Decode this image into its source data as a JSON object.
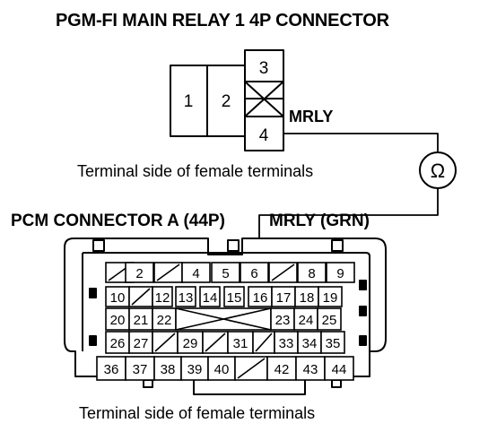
{
  "relay_connector": {
    "title": "PGM-FI MAIN RELAY 1 4P CONNECTOR",
    "caption": "Terminal side of female terminals",
    "pins": [
      {
        "label": "1",
        "blank": false
      },
      {
        "label": "2",
        "blank": false
      },
      {
        "label": "3",
        "blank": false
      },
      {
        "label": "",
        "blank": true
      },
      {
        "label": "4",
        "blank": false
      }
    ],
    "probe_wire": "MRLY"
  },
  "meter": {
    "symbol": "Ω",
    "icon": "ohmmeter-icon"
  },
  "pcm_connector": {
    "title": "PCM CONNECTOR A (44P)",
    "signal": "MRLY (GRN)",
    "caption": "Terminal side of female terminals",
    "rows": [
      [
        "",
        "2",
        "",
        "4",
        "5",
        "6",
        "",
        "8",
        "9"
      ],
      [
        "10",
        "",
        "12",
        "13",
        "14",
        "15",
        "16",
        "17",
        "18",
        "19"
      ],
      [
        "20",
        "21",
        "22",
        "",
        "23",
        "24",
        "25"
      ],
      [
        "26",
        "27",
        "",
        "29",
        "",
        "31",
        "",
        "33",
        "34",
        "35"
      ],
      [
        "36",
        "37",
        "38",
        "39",
        "40",
        "",
        "42",
        "43",
        "44"
      ]
    ],
    "probed_pin": "6"
  }
}
